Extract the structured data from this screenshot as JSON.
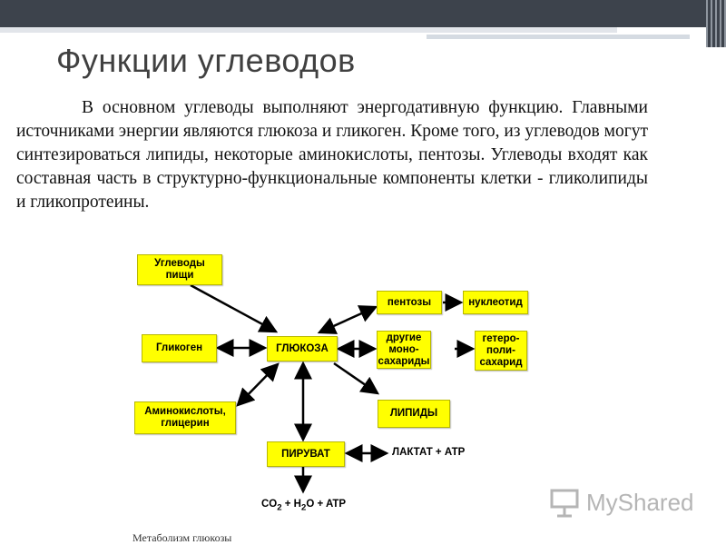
{
  "slide": {
    "title": "Функции углеводов",
    "paragraph": "В основном углеводы выполняют энергодативную функцию. Главными источниками энергии являются глюкоза и гликоген. Кроме того, из углеводов могут синтезироваться липиды, некоторые аминокислоты, пентозы. Углеводы входят как составная часть в структурно-функциональные компоненты клетки - гликолипиды и гликопротеины."
  },
  "diagram": {
    "nodes": {
      "food_carbs": "Углеводы пищи",
      "glycogen": "Гликоген",
      "glucose": "ГЛЮКОЗА",
      "amino_acids": "Аминокислоты, глицерин",
      "pentoses": "пентозы",
      "nucleotide": "нуклеотид",
      "other_mono": "другие моно-сахариды",
      "hetero_poly": "гетеро-поли-сахарид",
      "lipids": "ЛИПИДЫ",
      "pyruvate": "ПИРУВАТ",
      "lactate": "ЛАКТАТ + АТР",
      "co2": "CO2 + H2O + ATP"
    },
    "co2_parts": {
      "a": "CO",
      "a_sub": "2",
      "b": " + H",
      "b_sub": "2",
      "c": "O + ATP"
    },
    "caption": "Метаболизм глюкозы"
  },
  "logo": {
    "text": "MyShared"
  },
  "colors": {
    "box": "#ffff00",
    "topbar": "#3d434c"
  }
}
